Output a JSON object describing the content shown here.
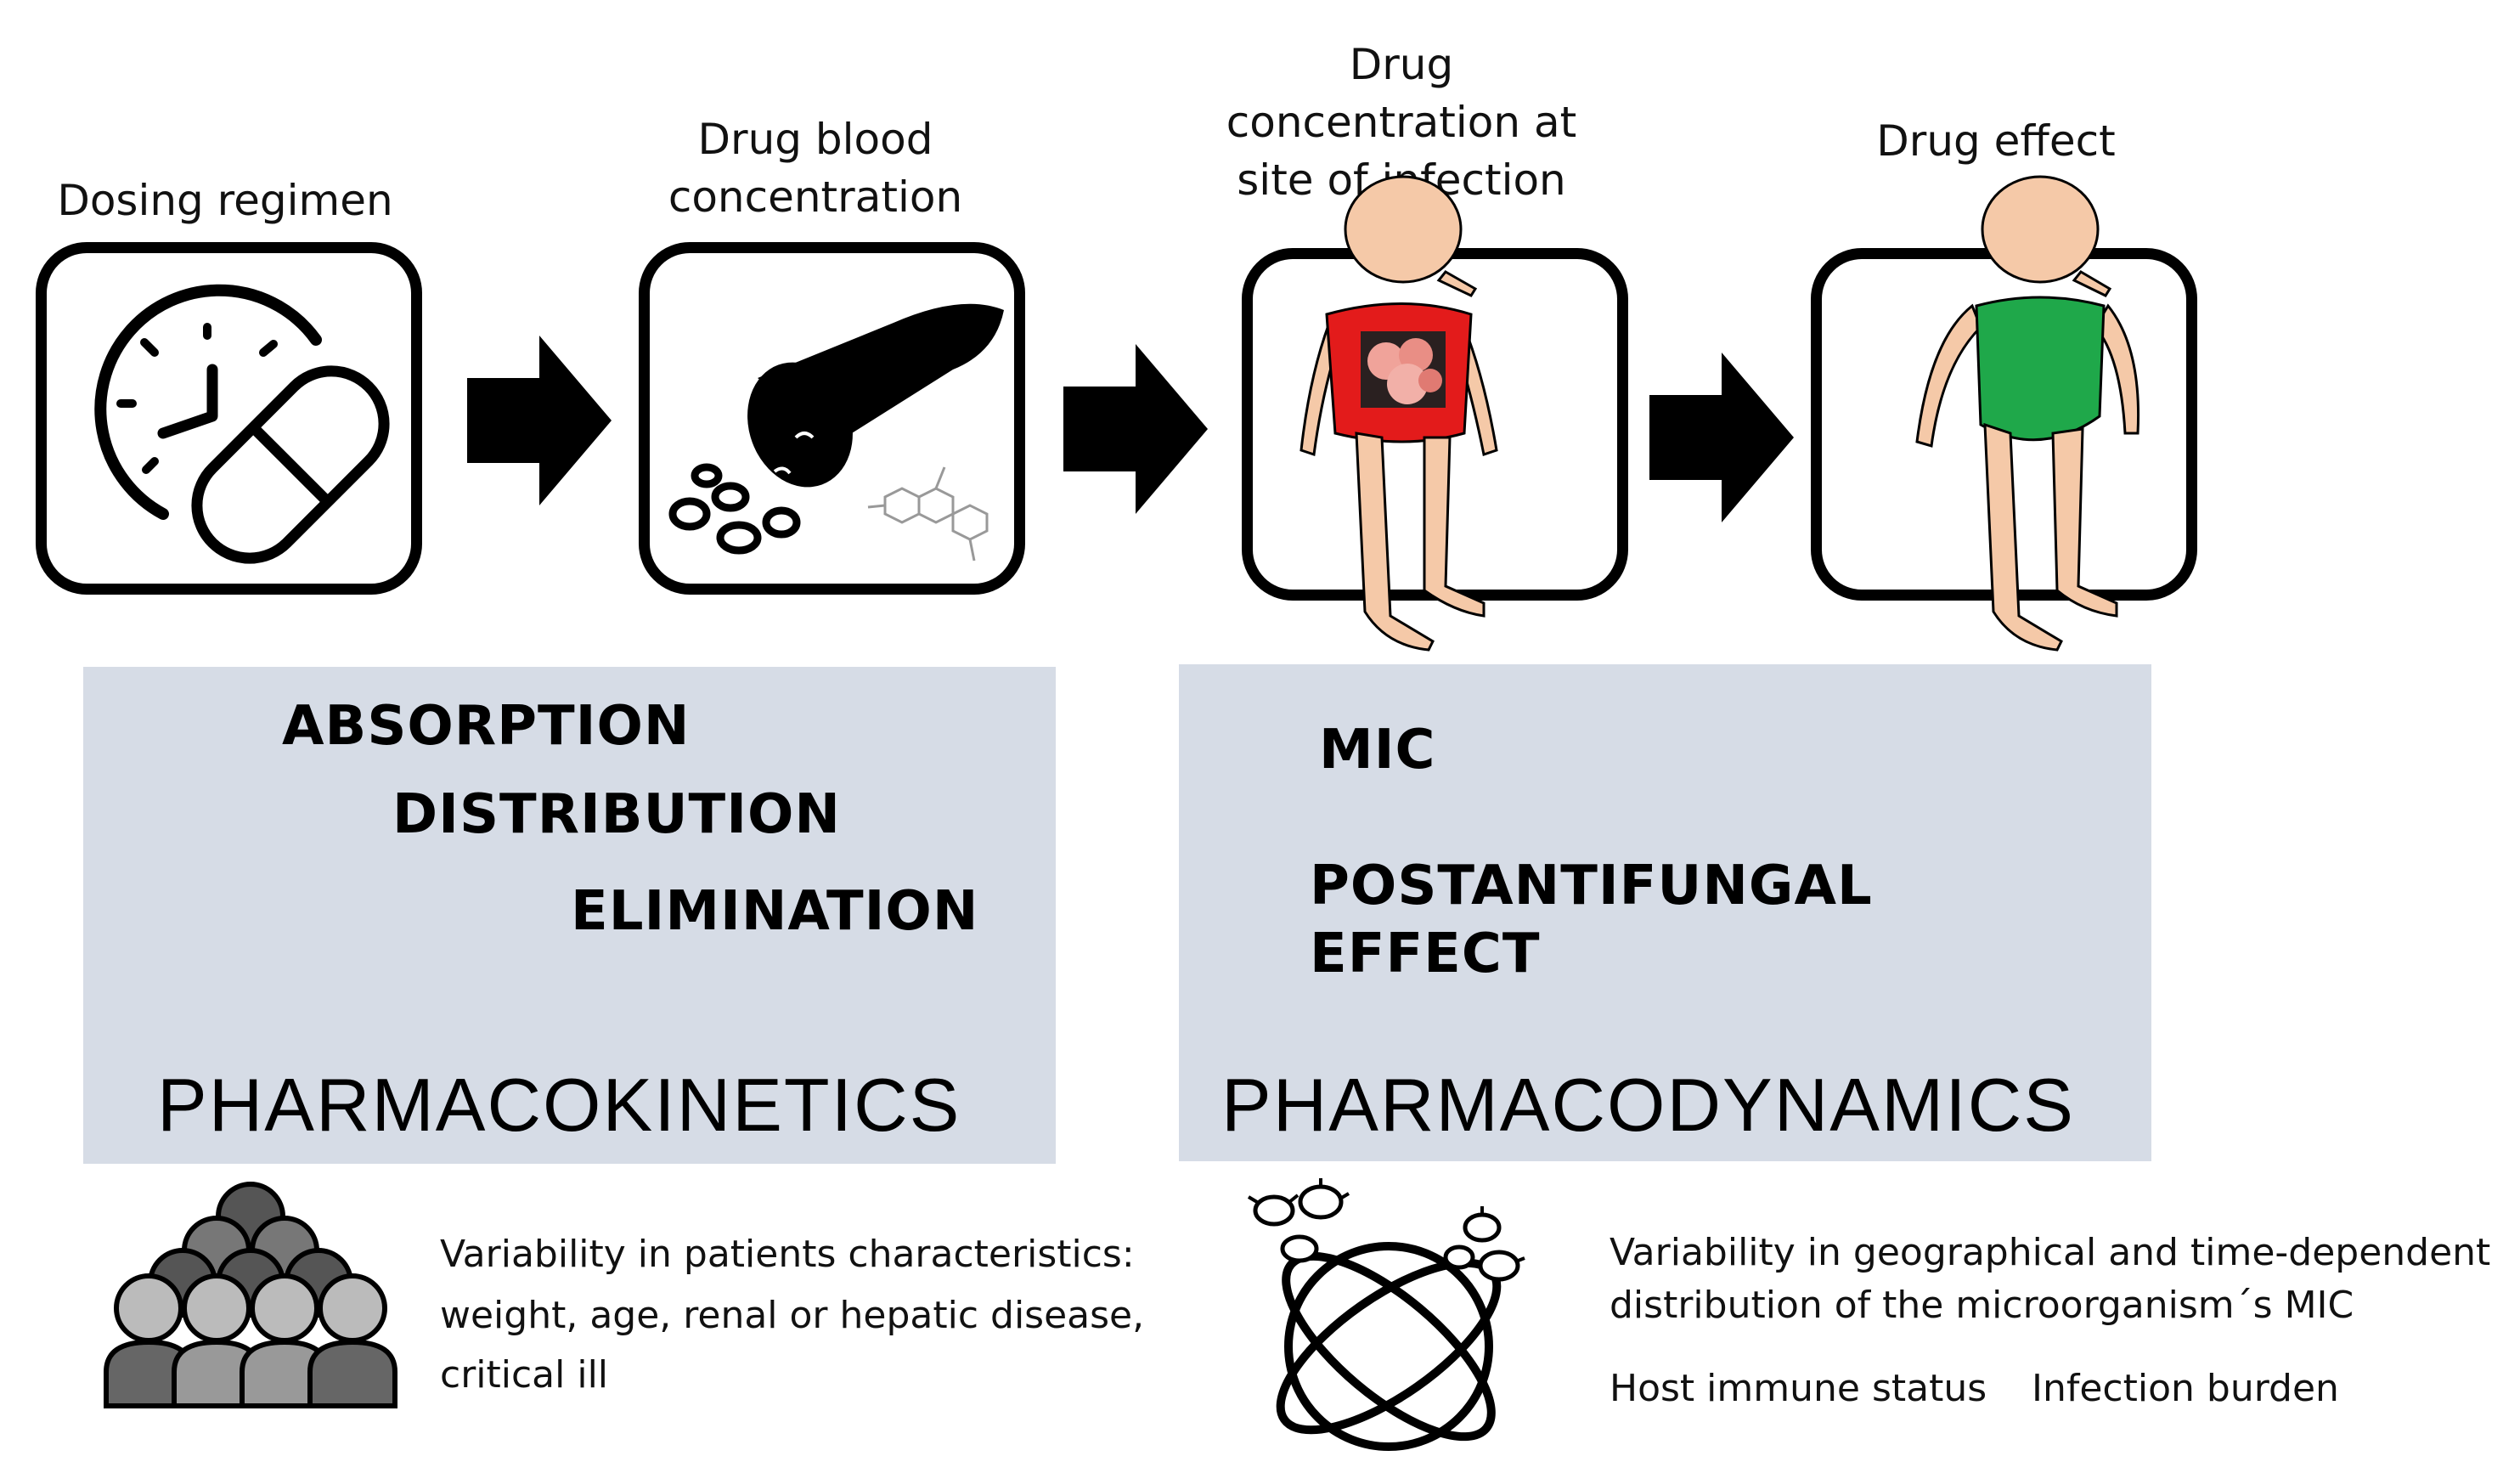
{
  "steps": [
    {
      "label": "Dosing regimen"
    },
    {
      "label": "Drug blood\nconcentration"
    },
    {
      "label": "Drug\nconcentration at\nsite of infection"
    },
    {
      "label": "Drug effect"
    }
  ],
  "pk_panel": {
    "items": [
      "ABSORPTION",
      "DISTRIBUTION",
      "ELIMINATION"
    ],
    "title": "PHARMACOKINETICS",
    "color": "#d6dce6"
  },
  "pd_panel": {
    "item_mic": "MIC",
    "item_pae_line1": "POSTANTIFUNGAL",
    "item_pae_line2": "EFFECT",
    "title": "PHARMACODYNAMICS",
    "color": "#d6dce6"
  },
  "patient_variability": {
    "icon": "crowd-icon",
    "lines": [
      "Variability in patients characteristics:",
      "weight, age, renal or hepatic disease,",
      "critical ill"
    ]
  },
  "microorganism_variability": {
    "icon": "globe-microbes-icon",
    "lines": [
      "Variability in geographical  and time-dependent",
      "distribution of the microorganism´s MIC"
    ],
    "factor_1": "Host immune status",
    "factor_2": "Infection burden"
  },
  "colors": {
    "infected_torso": "#e31b1b",
    "healthy_torso": "#1fa84a",
    "skin": "#f5c9a8"
  }
}
